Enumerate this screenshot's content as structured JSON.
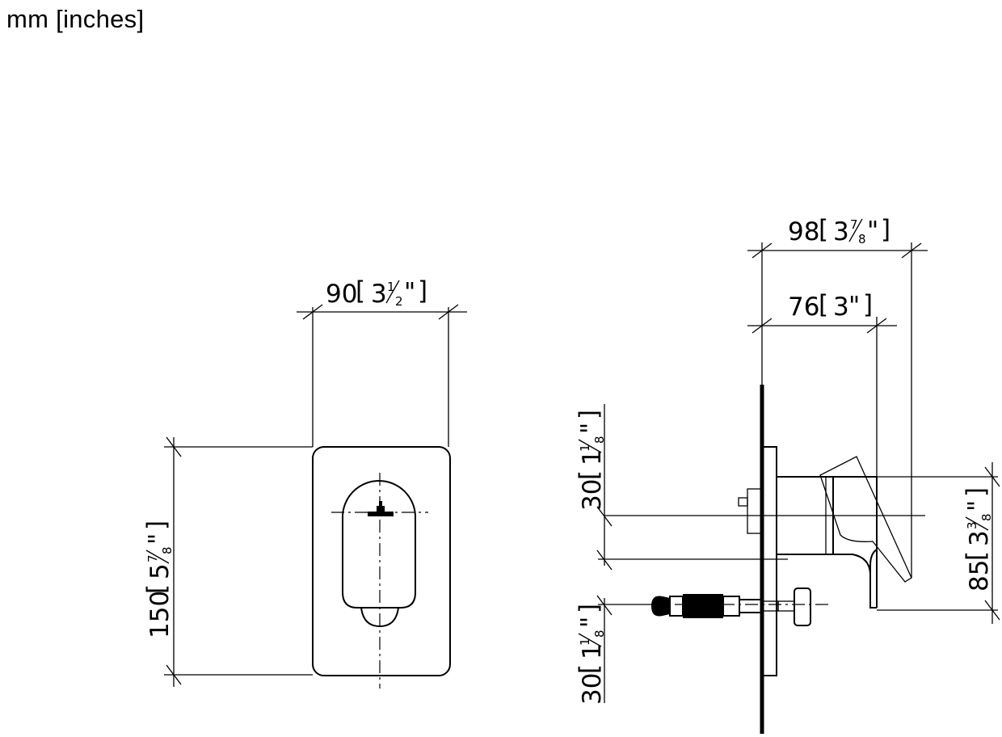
{
  "units_label": "mm [inches]",
  "front_view": {
    "width_dim": {
      "mm": "90",
      "in_whole": "3",
      "in_num": "1",
      "in_den": "2"
    },
    "height_dim": {
      "mm": "150",
      "in_whole": "5",
      "in_num": "7",
      "in_den": "8"
    }
  },
  "side_view": {
    "overall_depth_dim": {
      "mm": "98",
      "in_whole": "3",
      "in_num": "7",
      "in_den": "8"
    },
    "handle_depth_dim": {
      "mm": "76",
      "in_whole": "3",
      "in_num": "",
      "in_den": ""
    },
    "upper_offset_dim": {
      "mm": "30",
      "in_whole": "1",
      "in_num": "1",
      "in_den": "8"
    },
    "lower_offset_dim": {
      "mm": "30",
      "in_whole": "1",
      "in_num": "1",
      "in_den": "8"
    },
    "height_dim": {
      "mm": "85",
      "in_whole": "3",
      "in_num": "3",
      "in_den": "8"
    }
  },
  "inch_mark": "\""
}
